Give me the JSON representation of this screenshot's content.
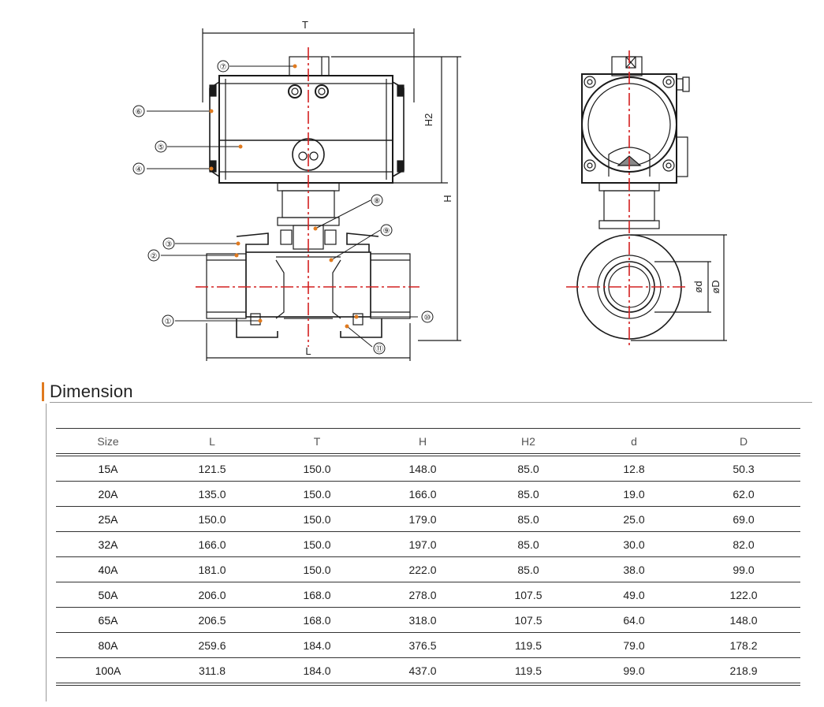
{
  "drawing": {
    "front_dims": {
      "T": "T",
      "H2": "H2",
      "H": "H",
      "L": "L"
    },
    "side_dims": {
      "d": "ød",
      "D": "øD"
    },
    "callouts": [
      "①",
      "②",
      "③",
      "④",
      "⑤",
      "⑥",
      "⑦",
      "⑧",
      "⑨",
      "⑩",
      "⑪"
    ],
    "colors": {
      "centerline": "#d42020",
      "leader_dot": "#e07a1f",
      "line": "#1a1a1a"
    }
  },
  "section": {
    "title": "Dimension",
    "accent": "#e07a1f"
  },
  "table": {
    "headers": [
      "Size",
      "L",
      "T",
      "H",
      "H2",
      "d",
      "D"
    ],
    "rows": [
      [
        "15A",
        "121.5",
        "150.0",
        "148.0",
        "85.0",
        "12.8",
        "50.3"
      ],
      [
        "20A",
        "135.0",
        "150.0",
        "166.0",
        "85.0",
        "19.0",
        "62.0"
      ],
      [
        "25A",
        "150.0",
        "150.0",
        "179.0",
        "85.0",
        "25.0",
        "69.0"
      ],
      [
        "32A",
        "166.0",
        "150.0",
        "197.0",
        "85.0",
        "30.0",
        "82.0"
      ],
      [
        "40A",
        "181.0",
        "150.0",
        "222.0",
        "85.0",
        "38.0",
        "99.0"
      ],
      [
        "50A",
        "206.0",
        "168.0",
        "278.0",
        "107.5",
        "49.0",
        "122.0"
      ],
      [
        "65A",
        "206.5",
        "168.0",
        "318.0",
        "107.5",
        "64.0",
        "148.0"
      ],
      [
        "80A",
        "259.6",
        "184.0",
        "376.5",
        "119.5",
        "79.0",
        "178.2"
      ],
      [
        "100A",
        "311.8",
        "184.0",
        "437.0",
        "119.5",
        "99.0",
        "218.9"
      ]
    ]
  }
}
